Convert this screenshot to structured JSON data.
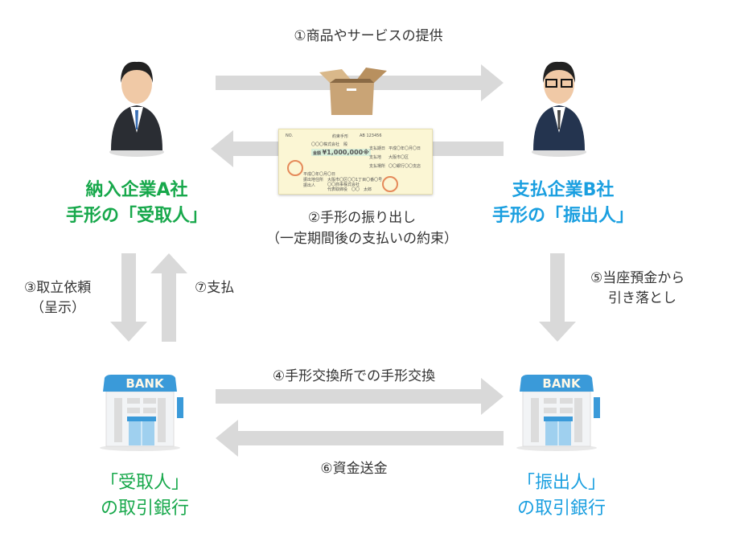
{
  "steps": {
    "s1": "①商品やサービスの提供",
    "s2_line1": "②手形の振り出し",
    "s2_line2": "（一定期間後の支払いの約束）",
    "s3_line1": "③取立依頼",
    "s3_line2": "（呈示）",
    "s4": "④手形交換所での手形交換",
    "s5_line1": "⑤当座預金から",
    "s5_line2": "引き落とし",
    "s6": "⑥資金送金",
    "s7": "⑦支払"
  },
  "company_a": {
    "line1": "納入企業A社",
    "line2": "手形の「受取人」",
    "color": "#17a84b"
  },
  "company_b": {
    "line1": "支払企業B社",
    "line2": "手形の「振出人」",
    "color": "#1a9fe0"
  },
  "bank_a": {
    "sign": "BANK",
    "line1": "「受取人」",
    "line2": "の取引銀行"
  },
  "bank_b": {
    "sign": "BANK",
    "line1": "「振出人」",
    "line2": "の取引銀行"
  },
  "note": {
    "no": "NO.",
    "title": "約束手形",
    "serial": "AB 123456",
    "payee": "〇〇〇株式会社　殿",
    "amount_label": "金額",
    "amount": "¥1,000,000※",
    "due_label": "支払期日",
    "due": "平成〇年〇月〇日",
    "place_label": "支払地",
    "place": "大阪市〇区",
    "bank_label": "支払場所",
    "bank": "〇〇銀行〇〇支店",
    "issue_date": "平成〇年〇月〇日",
    "issuer_address_label": "振出地住所",
    "issuer_label": "振出人",
    "issuer_address": "大阪市〇区〇〇1丁目〇番〇号",
    "issuer_company": "〇〇商事株式会社",
    "issuer_name": "代表取締役　〇〇　太郎"
  },
  "colors": {
    "arrow": "#d9d9d9",
    "bank_blue": "#3a9ad9"
  }
}
